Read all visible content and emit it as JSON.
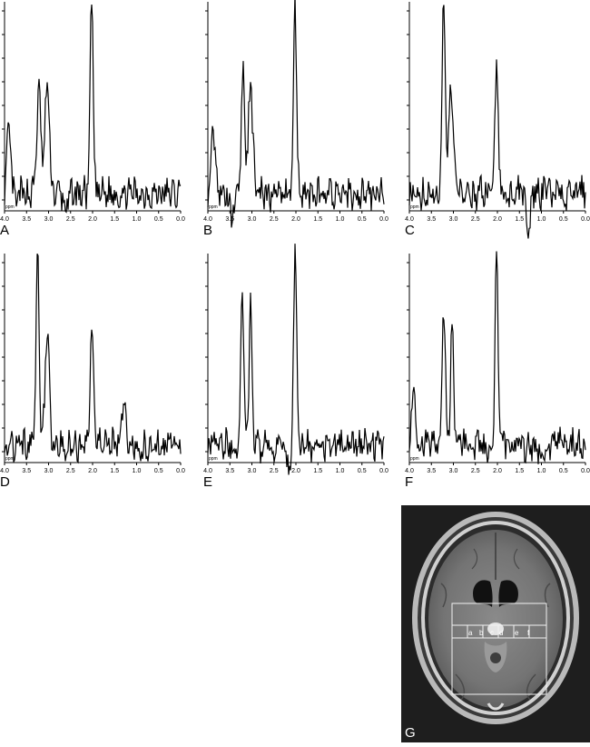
{
  "figure": {
    "panels": [
      {
        "letter": "A",
        "peaks": [
          {
            "ppm": 3.9,
            "h": 0.3
          },
          {
            "ppm": 3.75,
            "h": -0.05
          },
          {
            "ppm": 3.22,
            "h": 0.52
          },
          {
            "ppm": 3.03,
            "h": 0.57
          },
          {
            "ppm": 2.02,
            "h": 1.0
          },
          {
            "ppm": 2.6,
            "h": -0.08
          }
        ]
      },
      {
        "letter": "B",
        "peaks": [
          {
            "ppm": 3.88,
            "h": 0.35
          },
          {
            "ppm": 3.45,
            "h": -0.1
          },
          {
            "ppm": 3.2,
            "h": 0.66
          },
          {
            "ppm": 3.03,
            "h": 0.55
          },
          {
            "ppm": 2.02,
            "h": 1.0
          }
        ]
      },
      {
        "letter": "C",
        "peaks": [
          {
            "ppm": 3.22,
            "h": 1.0
          },
          {
            "ppm": 3.05,
            "h": 0.55
          },
          {
            "ppm": 2.02,
            "h": 0.72
          },
          {
            "ppm": 1.3,
            "h": -0.22
          }
        ]
      },
      {
        "letter": "D",
        "peaks": [
          {
            "ppm": 3.25,
            "h": 1.0
          },
          {
            "ppm": 3.03,
            "h": 0.56
          },
          {
            "ppm": 2.02,
            "h": 0.66
          },
          {
            "ppm": 1.3,
            "h": 0.2
          }
        ]
      },
      {
        "letter": "E",
        "peaks": [
          {
            "ppm": 3.22,
            "h": 0.78
          },
          {
            "ppm": 3.03,
            "h": 0.72
          },
          {
            "ppm": 2.02,
            "h": 1.0
          },
          {
            "ppm": 2.15,
            "h": -0.12
          }
        ]
      },
      {
        "letter": "F",
        "peaks": [
          {
            "ppm": 3.9,
            "h": 0.28
          },
          {
            "ppm": 3.22,
            "h": 0.72
          },
          {
            "ppm": 3.03,
            "h": 0.63
          },
          {
            "ppm": 2.02,
            "h": 1.0
          },
          {
            "ppm": 0.95,
            "h": -0.1
          }
        ]
      }
    ],
    "axis": {
      "unit": "ppm",
      "ticks": [
        "4.0",
        "3.5",
        "3.0",
        "2.5",
        "2.0",
        "1.5",
        "1.0",
        "0.5",
        "0.0"
      ]
    },
    "mri": {
      "letter": "G",
      "voxel_labels": [
        "a",
        "b",
        "c",
        "d",
        "e",
        "f"
      ]
    }
  }
}
